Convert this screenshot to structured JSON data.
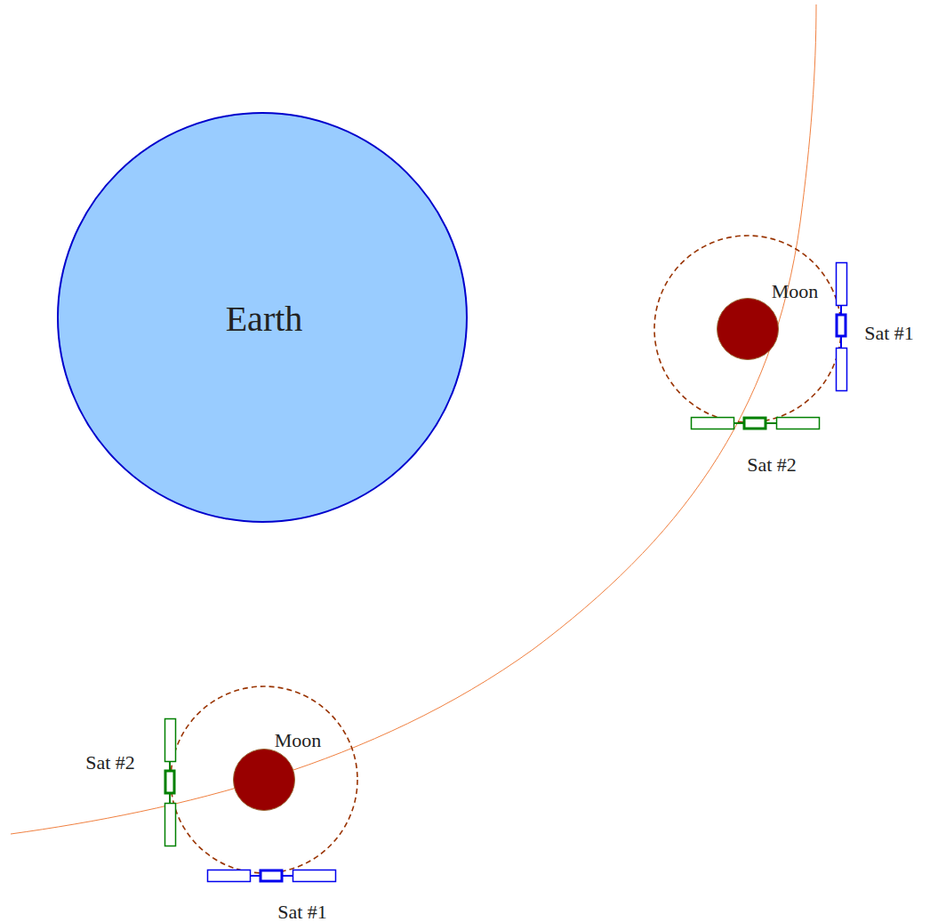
{
  "diagram": {
    "nodes": [
      {
        "text": [
          "Earth"
        ]
      },
      {
        "text": [
          "Moon"
        ]
      },
      {
        "text": [
          "Sat #1"
        ]
      },
      {
        "text": [
          "Sat #2"
        ]
      },
      {
        "text": [
          "Moon"
        ]
      },
      {
        "text": [
          "Sat #2"
        ]
      },
      {
        "text": [
          "Sat #1"
        ]
      }
    ]
  }
}
